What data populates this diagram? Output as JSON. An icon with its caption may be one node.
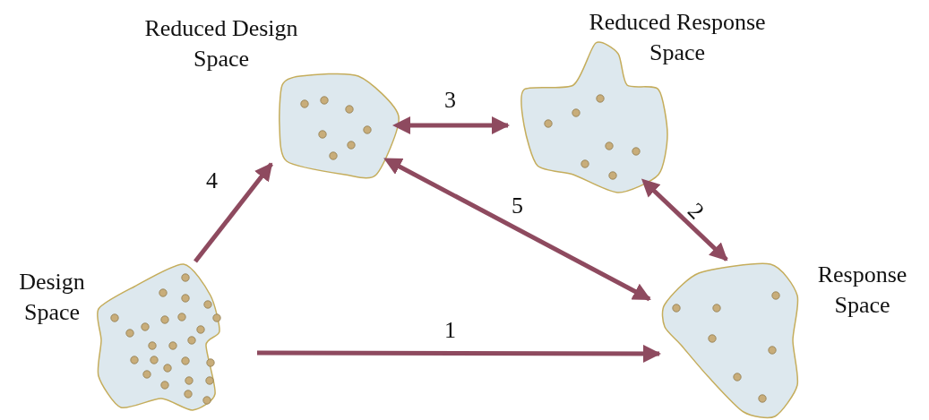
{
  "diagram": {
    "nodes": [
      {
        "text": [
          "Design Space"
        ]
      },
      {
        "text": [
          "Reduced Design Space"
        ]
      },
      {
        "text": [
          "Reduced Response Space"
        ]
      },
      {
        "text": [
          "Response Space"
        ]
      }
    ],
    "edges": [
      {
        "from": 0,
        "to": 1,
        "arrow": "to",
        "label": "4"
      },
      {
        "from": 1,
        "to": 2,
        "arrow": "both",
        "label": "3"
      },
      {
        "from": 1,
        "to": 3,
        "arrow": "both",
        "label": "5"
      },
      {
        "from": 2,
        "to": 3,
        "arrow": "both",
        "label": "2"
      },
      {
        "from": 0,
        "to": 3,
        "arrow": "to",
        "label": "1"
      }
    ]
  }
}
